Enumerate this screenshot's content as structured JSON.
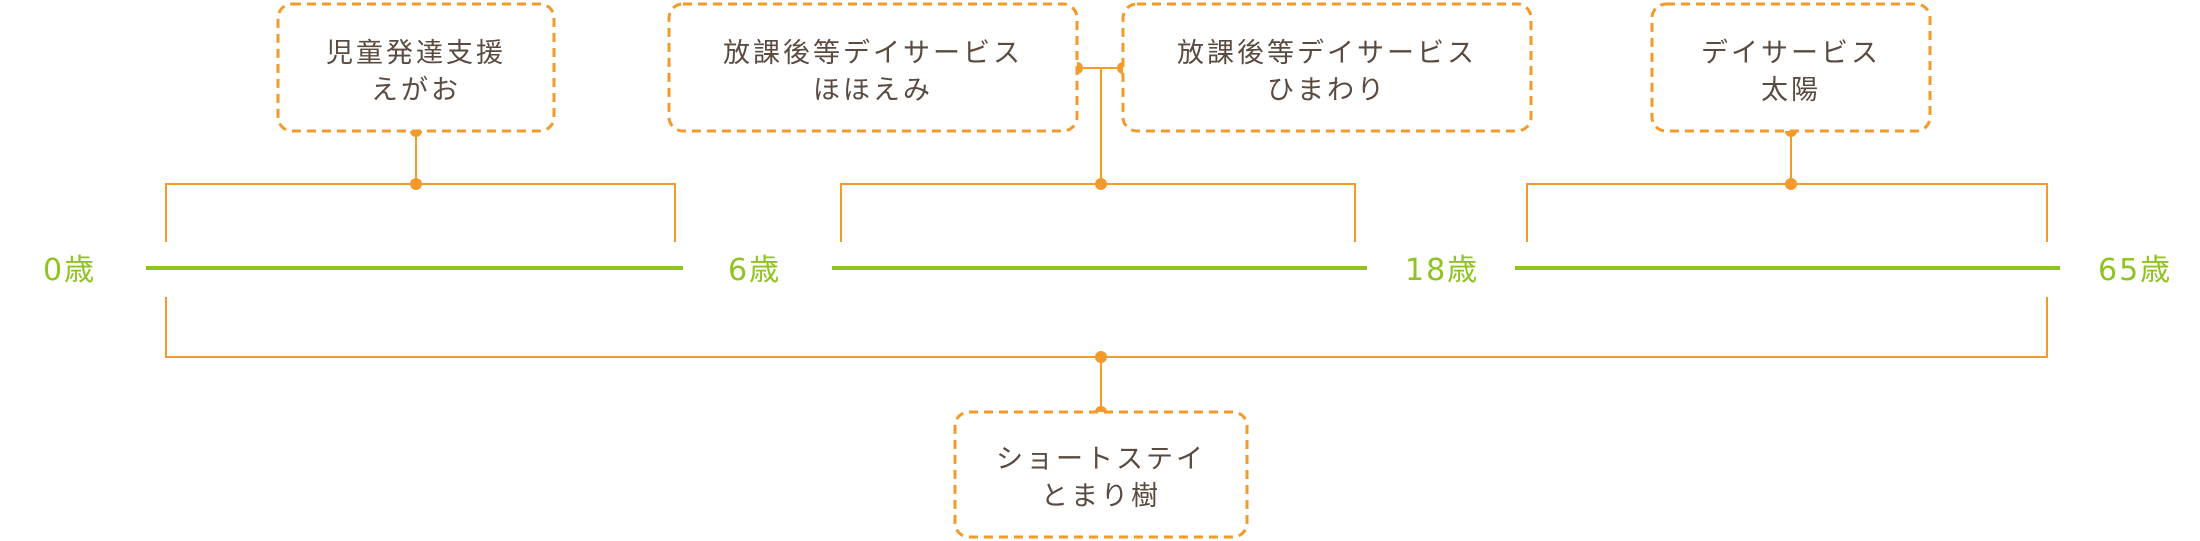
{
  "colors": {
    "orange": "#f39a2b",
    "green": "#8fc31f",
    "text": "#5a4a3f"
  },
  "ages": {
    "age_0": "0歳",
    "age_6": "6歳",
    "age_18": "18歳",
    "age_65": "65歳"
  },
  "boxes": {
    "jidou": {
      "line1": "児童発達支援",
      "line2": "えがお"
    },
    "hohoemi": {
      "line1": "放課後等デイサービス",
      "line2": "ほほえみ"
    },
    "himawari": {
      "line1": "放課後等デイサービス",
      "line2": "ひまわり"
    },
    "taiyou": {
      "line1": "デイサービス",
      "line2": "太陽"
    },
    "short": {
      "line1": "ショートステイ",
      "line2": "とまり樹"
    }
  }
}
